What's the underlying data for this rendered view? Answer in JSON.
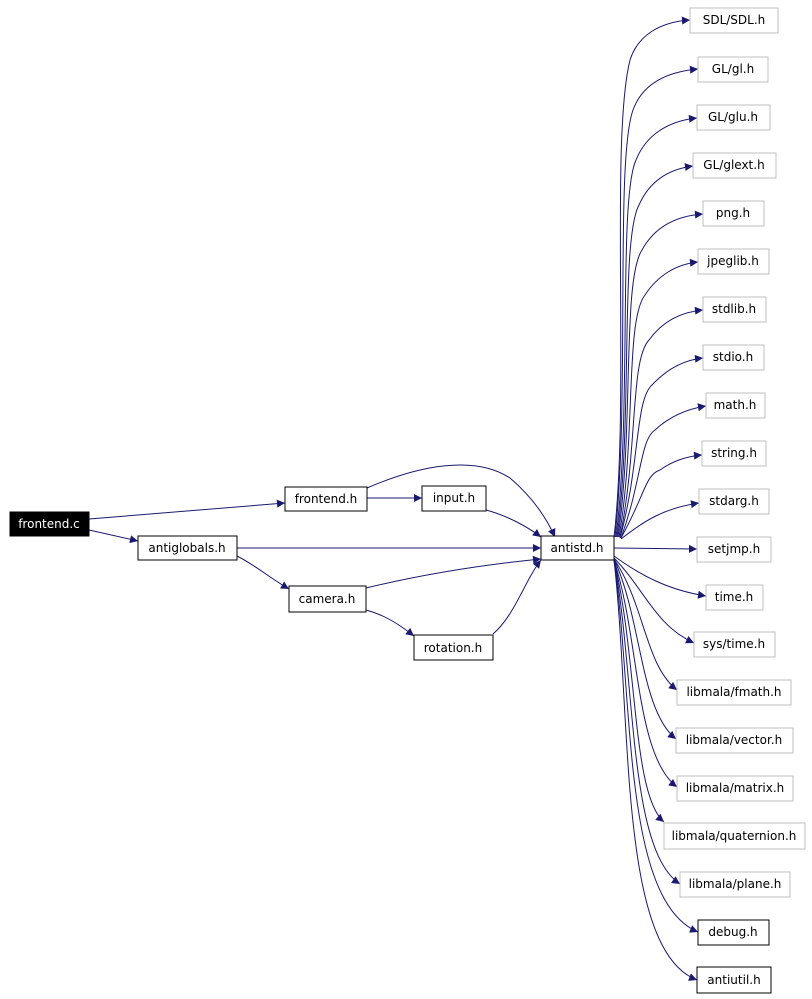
{
  "colors": {
    "edge": "#191970",
    "border": "#000000",
    "leaf_border": "#bfbfbf",
    "root_fill": "#000000"
  },
  "nodes": {
    "frontend_c": "frontend.c",
    "frontend_h": "frontend.h",
    "antiglobals_h": "antiglobals.h",
    "input_h": "input.h",
    "camera_h": "camera.h",
    "rotation_h": "rotation.h",
    "antistd_h": "antistd.h",
    "sdl_h": "SDL/SDL.h",
    "gl_h": "GL/gl.h",
    "glu_h": "GL/glu.h",
    "glext_h": "GL/glext.h",
    "png_h": "png.h",
    "jpeglib_h": "jpeglib.h",
    "stdlib_h": "stdlib.h",
    "stdio_h": "stdio.h",
    "math_h": "math.h",
    "string_h": "string.h",
    "stdarg_h": "stdarg.h",
    "setjmp_h": "setjmp.h",
    "time_h": "time.h",
    "systime_h": "sys/time.h",
    "fmath_h": "libmala/fmath.h",
    "vector_h": "libmala/vector.h",
    "matrix_h": "libmala/matrix.h",
    "quaternion_h": "libmala/quaternion.h",
    "plane_h": "libmala/plane.h",
    "debug_h": "debug.h",
    "antiutil_h": "antiutil.h"
  }
}
